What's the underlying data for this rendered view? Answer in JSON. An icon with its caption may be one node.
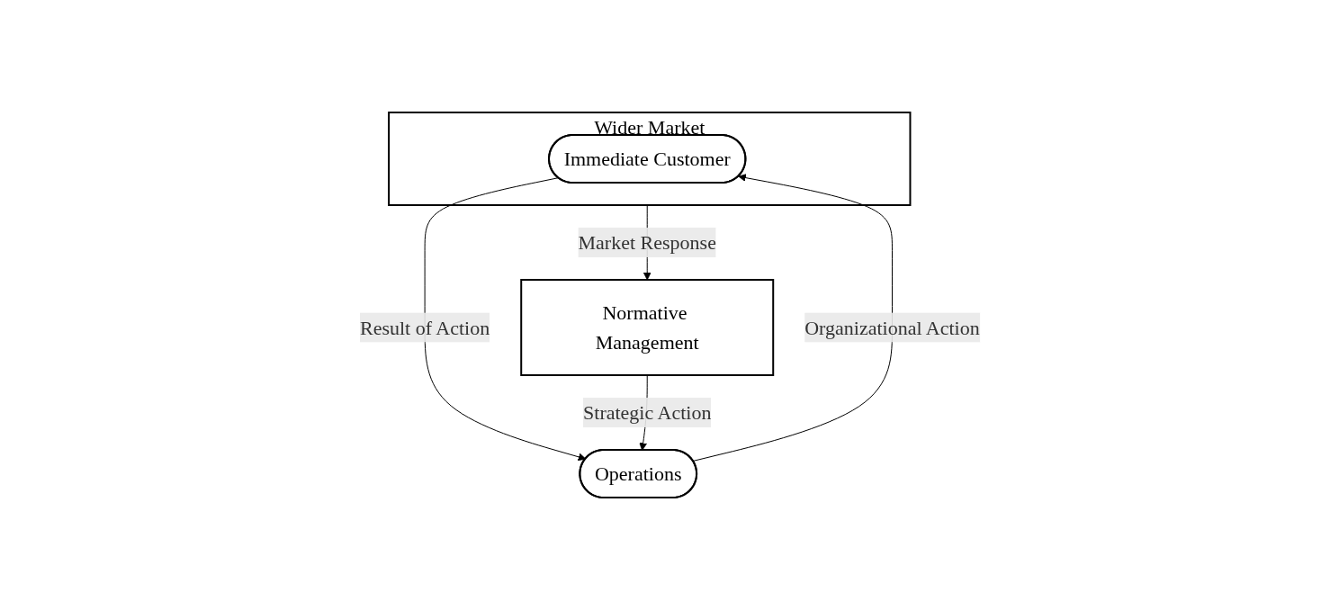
{
  "diagram": {
    "nodes": [
      {
        "text": [
          "Wider Market"
        ]
      },
      {
        "text": [
          "Immediate Customer"
        ],
        "in": 0
      },
      {
        "text": [
          "Operations"
        ]
      },
      {
        "text": [
          "Normative Management"
        ]
      }
    ],
    "edges": [
      {
        "from": 1,
        "to": 2,
        "arrow": "to",
        "label": "Result of Action"
      },
      {
        "from": 2,
        "to": 1,
        "arrow": "to",
        "label": "Organizational Action"
      },
      {
        "from": 0,
        "to": 3,
        "arrow": "to",
        "label": "Market Response"
      },
      {
        "from": 3,
        "to": 2,
        "arrow": "to",
        "label": "Strategic Action"
      }
    ]
  }
}
